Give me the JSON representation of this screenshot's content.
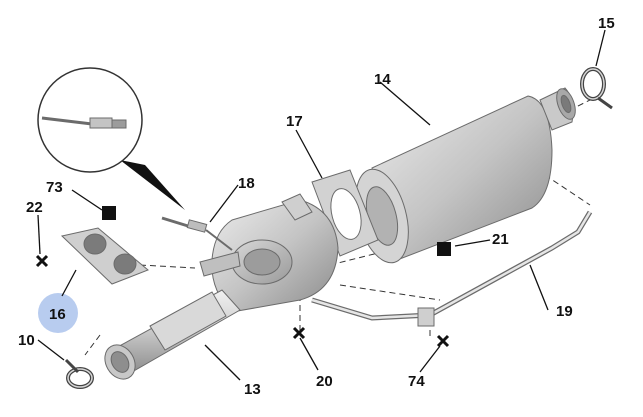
{
  "diagram": {
    "callouts": {
      "c10": "10",
      "c13": "13",
      "c14": "14",
      "c15": "15",
      "c16": "16",
      "c17": "17",
      "c18": "18",
      "c19": "19",
      "c20": "20",
      "c21": "21",
      "c22": "22",
      "c73": "73",
      "c74": "74"
    },
    "colors": {
      "highlight": "#b8ccef",
      "metal_light": "#e4e4e4",
      "metal_mid": "#bdbdbd",
      "metal_dark": "#8c8c8c",
      "ink": "#111111"
    },
    "symbols": {
      "cross": "cross-marker-icon",
      "square": "square-marker-icon"
    }
  }
}
